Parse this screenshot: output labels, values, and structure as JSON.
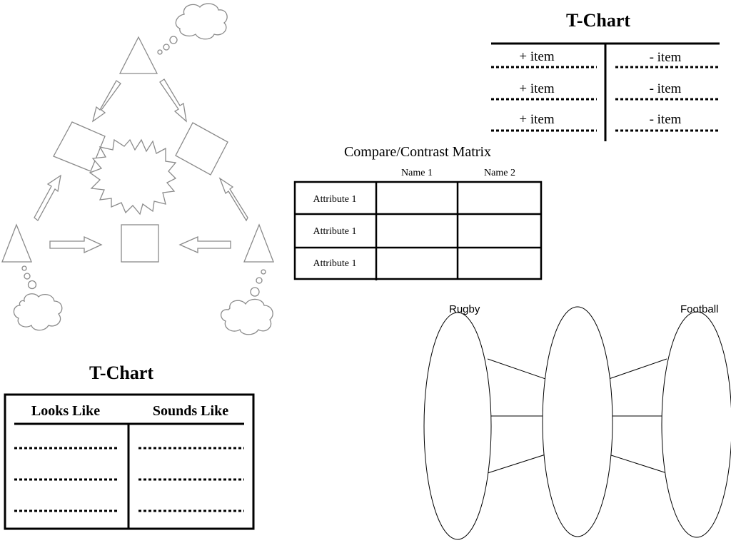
{
  "tchart_top": {
    "title": "T-Chart",
    "left_items": [
      "+ item",
      "+ item",
      "+ item"
    ],
    "right_items": [
      "- item",
      "- item",
      "- item"
    ]
  },
  "matrix": {
    "title": "Compare/Contrast Matrix",
    "columns": [
      "Name 1",
      "Name 2"
    ],
    "rows": [
      "Attribute 1",
      "Attribute 1",
      "Attribute 1"
    ]
  },
  "tchart_bottom": {
    "title": "T-Chart",
    "left_header": "Looks Like",
    "right_header": "Sounds Like"
  },
  "venn": {
    "left_label": "Rugby",
    "right_label": "Football"
  },
  "colors": {
    "ink": "#000000",
    "cycle_stroke": "#8a8a8a"
  }
}
